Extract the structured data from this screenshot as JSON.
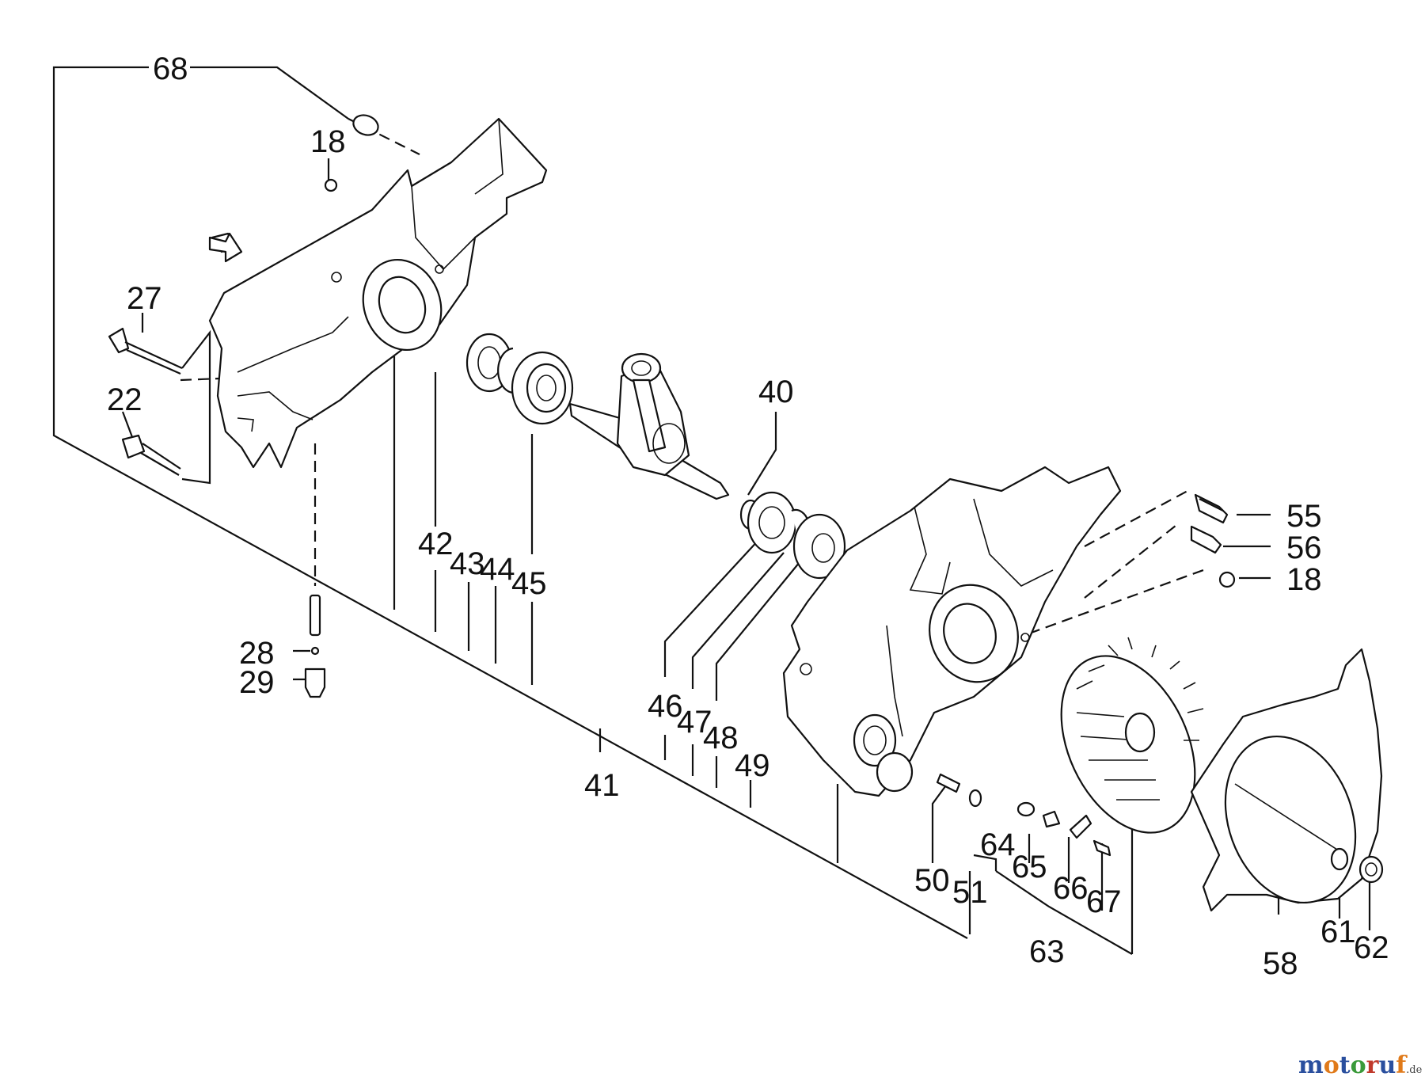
{
  "labels": [
    {
      "id": "l68",
      "text": "68"
    },
    {
      "id": "l18a",
      "text": "18"
    },
    {
      "id": "l27",
      "text": "27"
    },
    {
      "id": "l22",
      "text": "22"
    },
    {
      "id": "l40",
      "text": "40"
    },
    {
      "id": "l42",
      "text": "42"
    },
    {
      "id": "l43",
      "text": "43"
    },
    {
      "id": "l44",
      "text": "44"
    },
    {
      "id": "l45",
      "text": "45"
    },
    {
      "id": "l28",
      "text": "28"
    },
    {
      "id": "l29",
      "text": "29"
    },
    {
      "id": "l46",
      "text": "46"
    },
    {
      "id": "l47",
      "text": "47"
    },
    {
      "id": "l48",
      "text": "48"
    },
    {
      "id": "l49",
      "text": "49"
    },
    {
      "id": "l41",
      "text": "41"
    },
    {
      "id": "l55",
      "text": "55"
    },
    {
      "id": "l56",
      "text": "56"
    },
    {
      "id": "l18b",
      "text": "18"
    },
    {
      "id": "l50",
      "text": "50"
    },
    {
      "id": "l51",
      "text": "51"
    },
    {
      "id": "l64",
      "text": "64"
    },
    {
      "id": "l65",
      "text": "65"
    },
    {
      "id": "l66",
      "text": "66"
    },
    {
      "id": "l67",
      "text": "67"
    },
    {
      "id": "l63",
      "text": "63"
    },
    {
      "id": "l58",
      "text": "58"
    },
    {
      "id": "l61",
      "text": "61"
    },
    {
      "id": "l62",
      "text": "62"
    }
  ],
  "watermark": {
    "brand": "motoruf",
    "suffix": ".de",
    "colors": {
      "m": "#2a4f9e",
      "o1": "#e07a1a",
      "t": "#2a4f9e",
      "o2": "#3a9a3a",
      "r": "#c0392b",
      "u": "#2a4f9e",
      "f": "#e07a1a"
    }
  }
}
